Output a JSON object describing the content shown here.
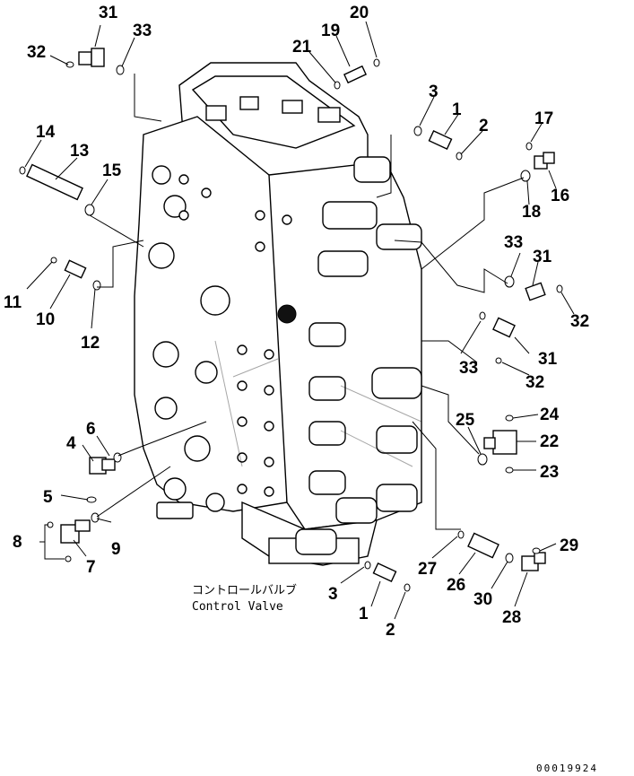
{
  "caption": {
    "japanese": "コントロールバルブ",
    "english": "Control Valve"
  },
  "doc_number": "00019924",
  "callouts": [
    "31",
    "32",
    "33",
    "21",
    "19",
    "20",
    "3",
    "1",
    "2",
    "17",
    "16",
    "18",
    "14",
    "13",
    "15",
    "33",
    "31",
    "32",
    "11",
    "10",
    "12",
    "31",
    "32",
    "33",
    "24",
    "22",
    "25",
    "23",
    "6",
    "4",
    "5",
    "8",
    "7",
    "9",
    "29",
    "27",
    "26",
    "30",
    "28",
    "3",
    "1",
    "2"
  ]
}
